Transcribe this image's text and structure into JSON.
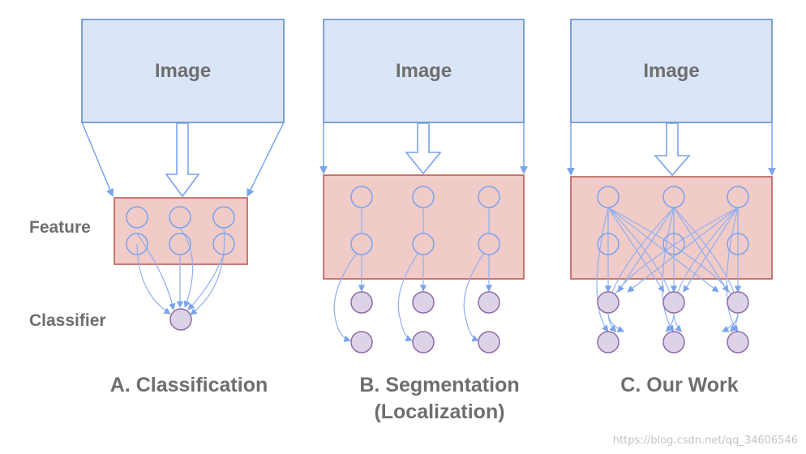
{
  "labels": {
    "feature": "Feature",
    "classifier": "Classifier"
  },
  "panels": [
    {
      "id": "a",
      "image_label": "Image",
      "caption": [
        "A. Classification"
      ]
    },
    {
      "id": "b",
      "image_label": "Image",
      "caption": [
        "B. Segmentation",
        "(Localization)"
      ]
    },
    {
      "id": "c",
      "image_label": "Image",
      "caption": [
        "C. Our Work"
      ]
    }
  ],
  "watermark": "https://blog.csdn.net/qq_34606546",
  "colors": {
    "image_fill": "#dae6f8",
    "image_stroke": "#5b86c9",
    "feature_fill": "#f1cbc8",
    "feature_stroke": "#b5544f",
    "neuron_stroke": "#7aa3ee",
    "output_fill": "#ddd3e7",
    "output_stroke": "#8f6aaa",
    "edge": "#8fb0f0",
    "text": "#6e6e6e"
  }
}
